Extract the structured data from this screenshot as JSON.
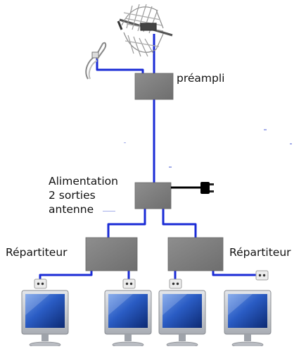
{
  "labels": {
    "preampli": "préampli",
    "alimentation_line1": "Alimentation",
    "alimentation_line2": "2 sorties",
    "alimentation_line3": "antenne",
    "repartiteur_left": "Répartiteur",
    "repartiteur_right": "Répartiteur"
  },
  "colors": {
    "cable": "#1a2bd6",
    "box": "#808080",
    "power_cable": "#000000",
    "tv_frame": "#c9ccd1",
    "tv_screen": "#1f4fae"
  },
  "icons": {
    "antenna": "yagi-antenna-icon",
    "small_antenna": "fm-antenna-icon",
    "plug": "power-plug-icon",
    "wall_socket": "wall-socket-icon",
    "tv": "tv-monitor-icon"
  }
}
